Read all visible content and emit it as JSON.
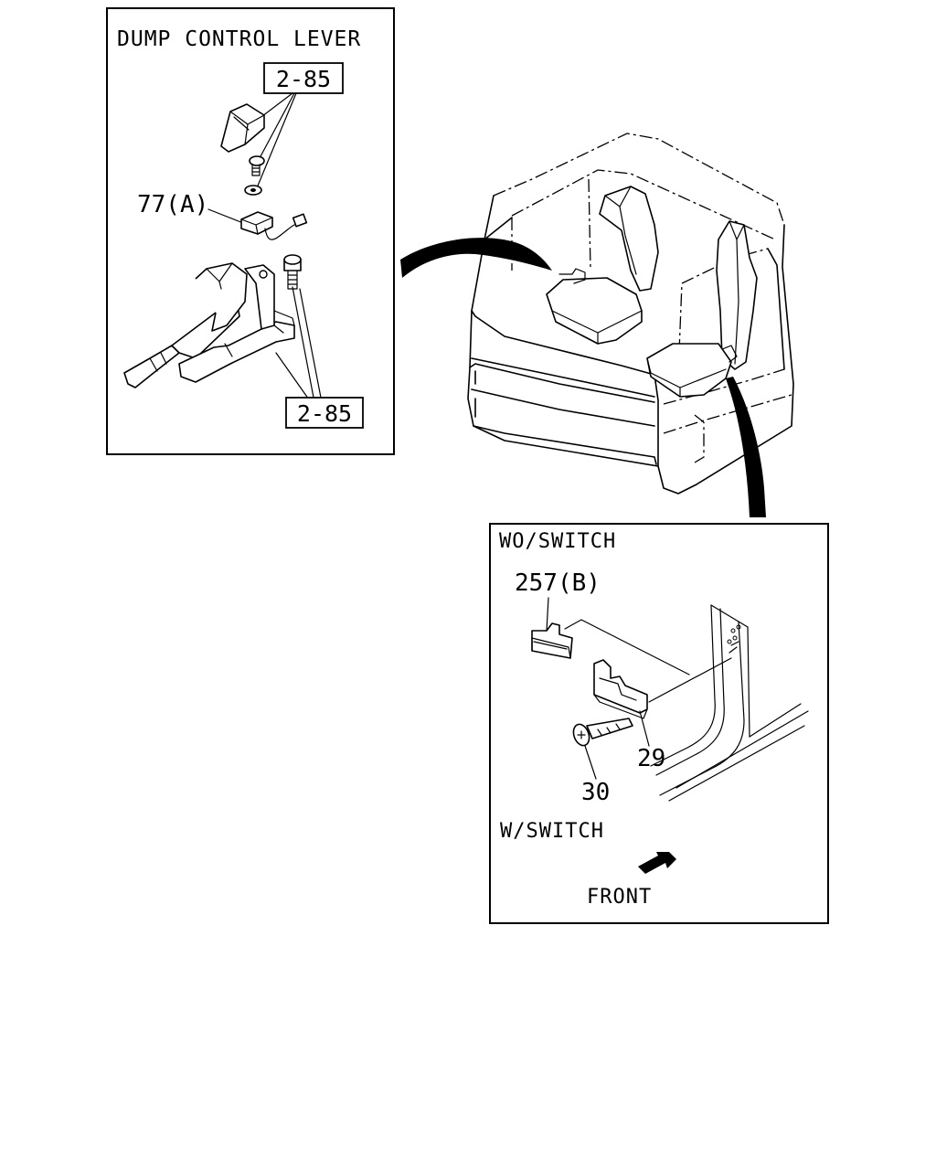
{
  "panels": {
    "dump_control": {
      "title": "DUMP CONTROL LEVER",
      "ref_top": "2-85",
      "ref_bottom": "2-85",
      "part_switch": "77(A)"
    },
    "seat_switch": {
      "title": "WO/SWITCH",
      "part_257": "257(B)",
      "part_29": "29",
      "part_30": "30",
      "w_switch": "W/SWITCH",
      "front": "FRONT"
    }
  }
}
